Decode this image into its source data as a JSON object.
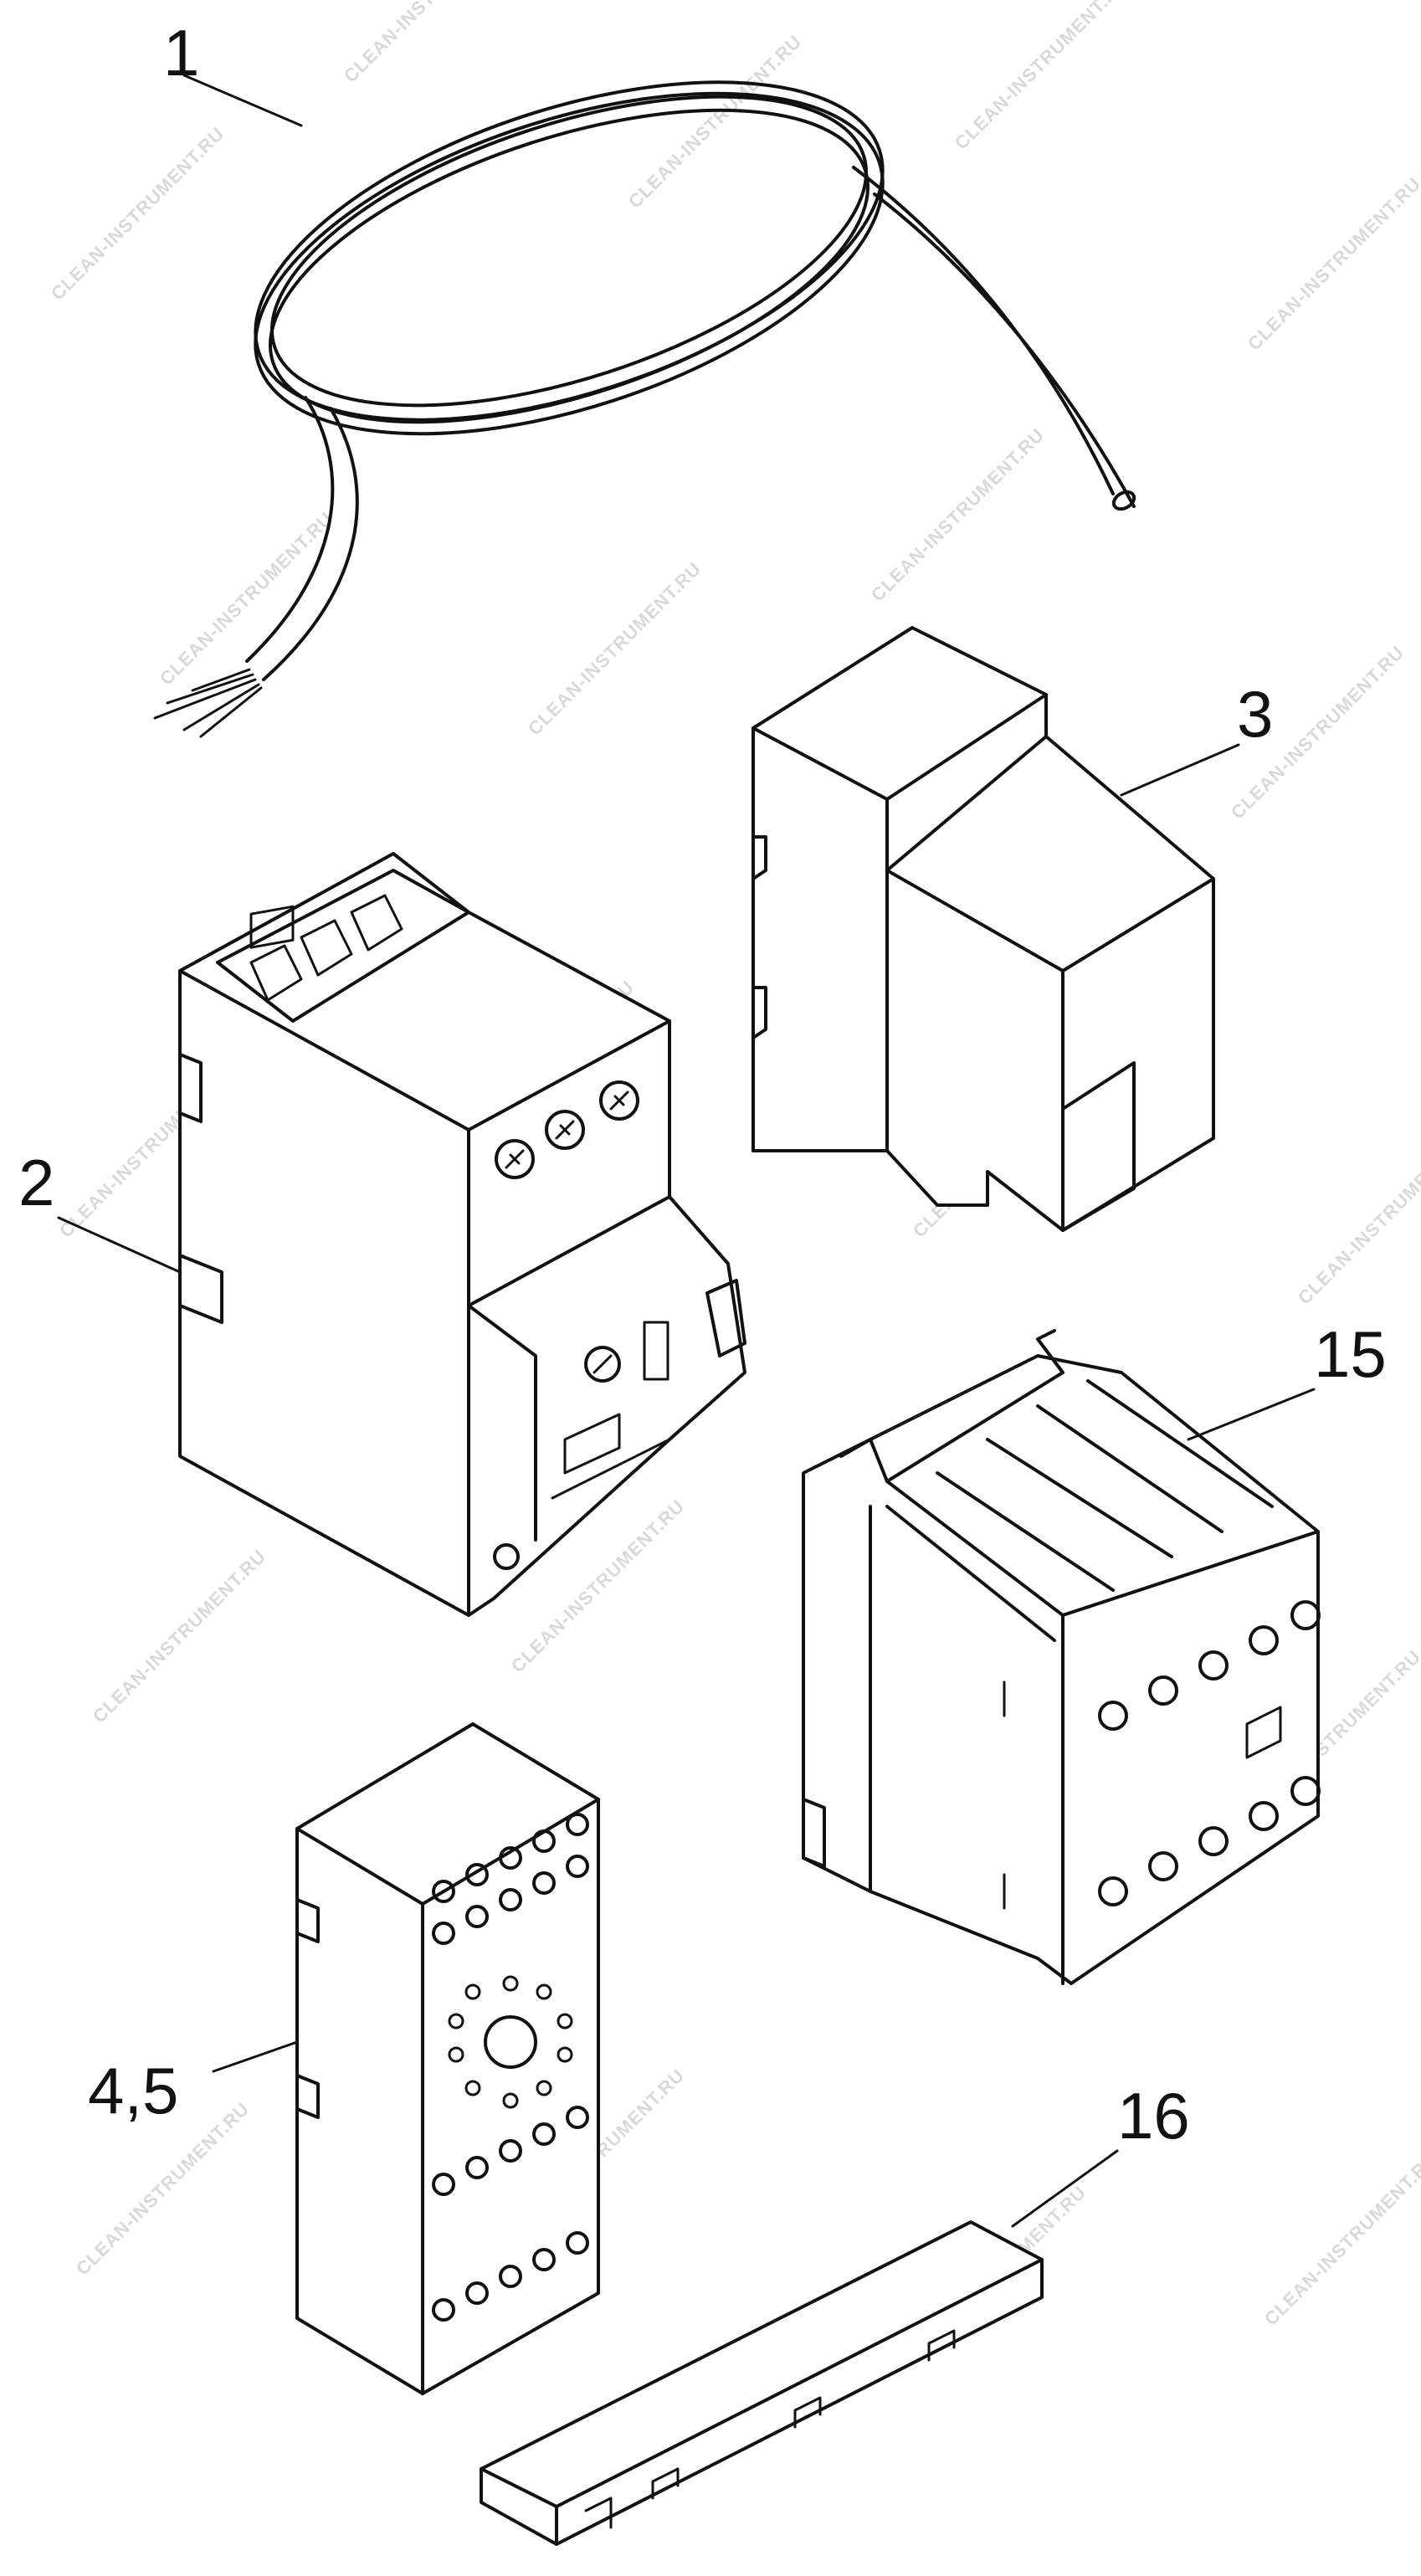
{
  "watermark": "CLEAN-INSTRUMENT.RU",
  "callouts": {
    "cable": "1",
    "motor_protection_switch": "2",
    "relay_module": "3",
    "relay_socket": "4,5",
    "contactor": "15",
    "connector_bar": "16"
  }
}
